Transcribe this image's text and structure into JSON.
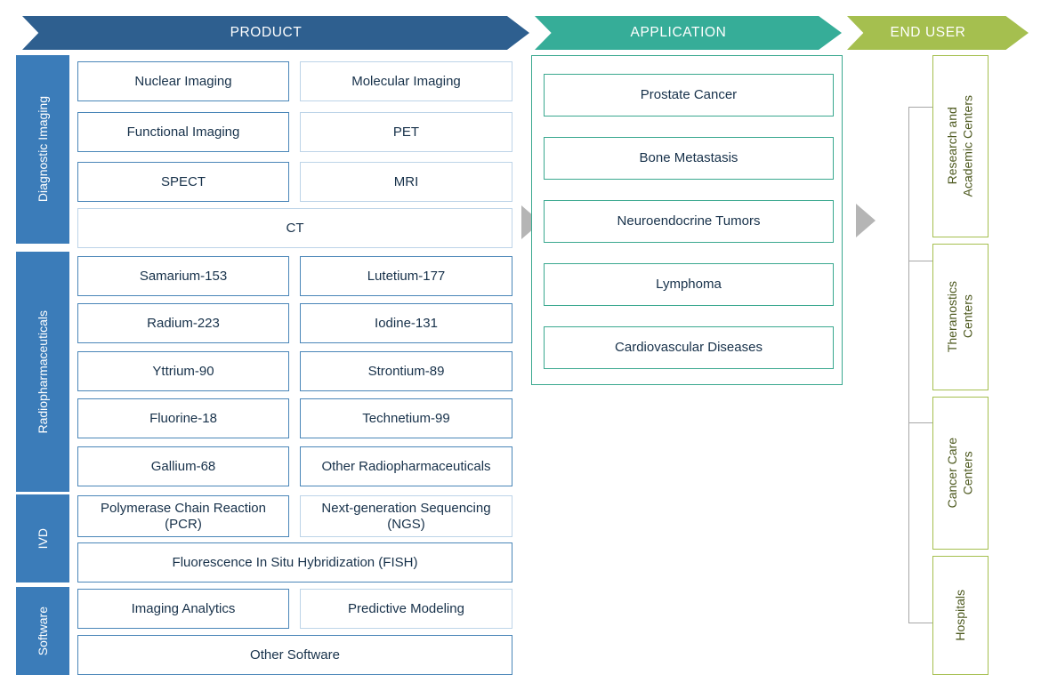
{
  "banners": [
    {
      "label": "PRODUCT",
      "color": "#2e5f8f"
    },
    {
      "label": "APPLICATION",
      "color": "#36ad98"
    },
    {
      "label": "END USER",
      "color": "#a5bf4f"
    }
  ],
  "product": {
    "rails": [
      {
        "label": "Diagnostic Imaging"
      },
      {
        "label": "Radiopharmaceuticals"
      },
      {
        "label": "IVD"
      },
      {
        "label": "Software"
      }
    ],
    "boxes": [
      {
        "label": "Nuclear Imaging"
      },
      {
        "label": "Molecular Imaging"
      },
      {
        "label": "Functional Imaging"
      },
      {
        "label": "PET"
      },
      {
        "label": "SPECT"
      },
      {
        "label": "MRI"
      },
      {
        "label": "CT"
      },
      {
        "label": "Samarium-153"
      },
      {
        "label": "Lutetium-177"
      },
      {
        "label": "Radium-223"
      },
      {
        "label": "Iodine-131"
      },
      {
        "label": "Yttrium-90"
      },
      {
        "label": "Strontium-89"
      },
      {
        "label": "Fluorine-18"
      },
      {
        "label": "Technetium-99"
      },
      {
        "label": "Gallium-68"
      },
      {
        "label": "Other Radiopharmaceuticals"
      },
      {
        "label": "Polymerase Chain Reaction (PCR)"
      },
      {
        "label": "Next-generation Sequencing (NGS)"
      },
      {
        "label": "Fluorescence In Situ Hybridization (FISH)"
      },
      {
        "label": "Imaging Analytics"
      },
      {
        "label": "Predictive Modeling"
      },
      {
        "label": "Other Software"
      }
    ]
  },
  "application": {
    "boxes": [
      {
        "label": "Prostate Cancer"
      },
      {
        "label": "Bone Metastasis"
      },
      {
        "label": "Neuroendocrine Tumors"
      },
      {
        "label": "Lymphoma"
      },
      {
        "label": "Cardiovascular Diseases"
      }
    ]
  },
  "end_user": {
    "boxes": [
      {
        "label": "Research and\nAcademic Centers"
      },
      {
        "label": "Theranostics\nCenters"
      },
      {
        "label": "Cancer Care\nCenters"
      },
      {
        "label": "Hospitals"
      }
    ]
  },
  "colors": {
    "product_accent": "#2e5f8f",
    "product_rail": "#3b7cb9",
    "product_border_strong": "#4a86b8",
    "product_border_light": "#bdd4e8",
    "application_accent": "#36ad98",
    "application_border": "#3aa88f",
    "end_user_accent": "#a5bf4f",
    "text": "#17314a",
    "arrow": "#b5b5b5",
    "bracket": "#a7a7a7"
  }
}
